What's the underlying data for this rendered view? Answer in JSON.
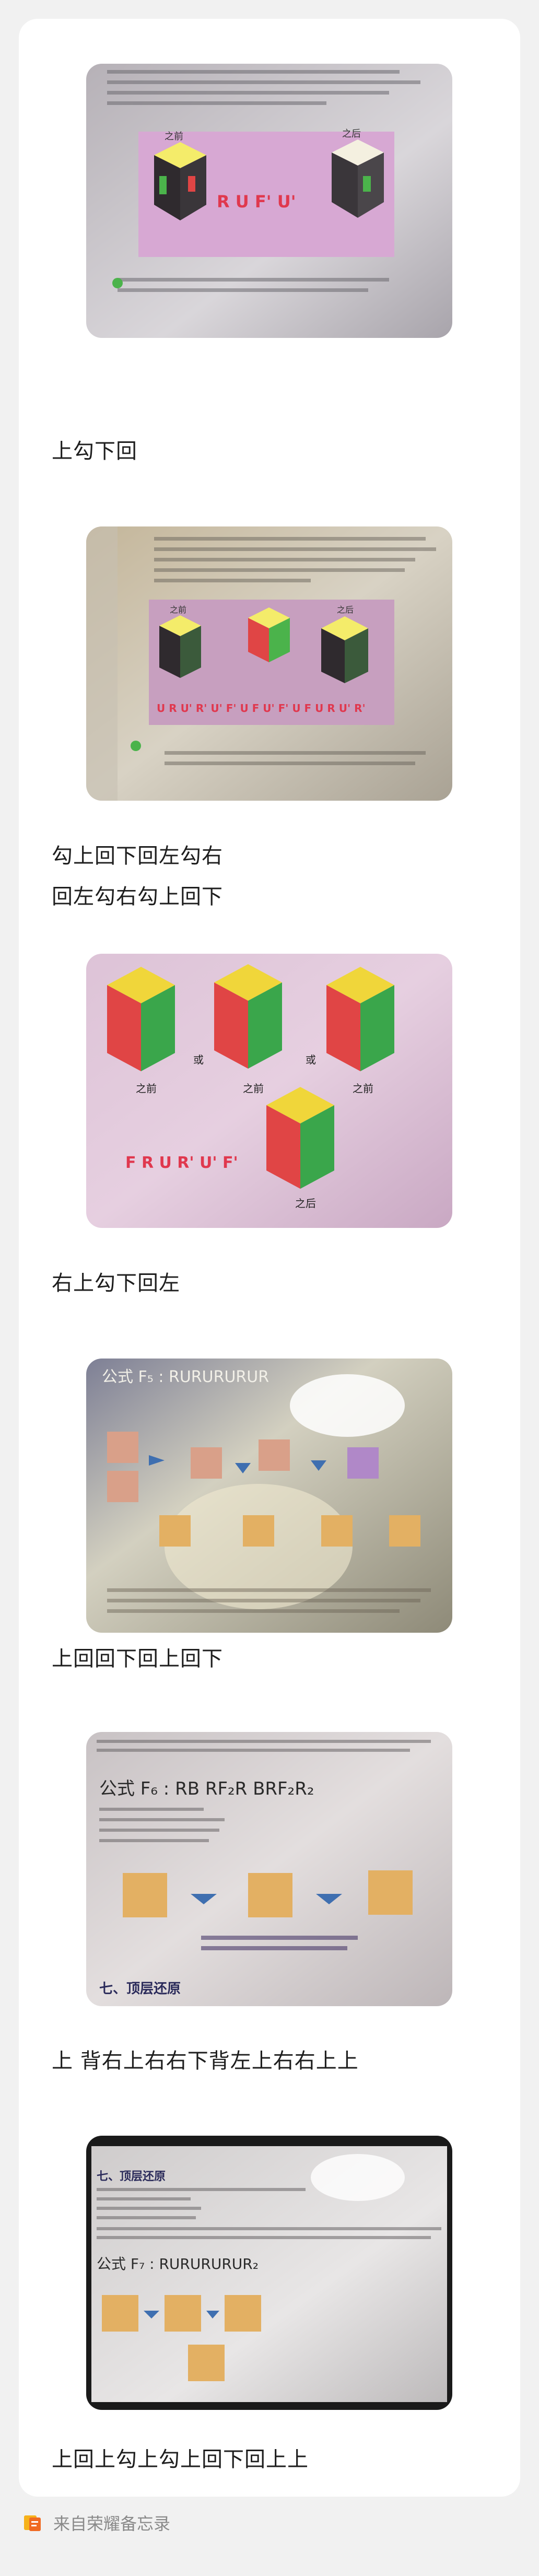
{
  "notes": [
    "上勾下回",
    "勾上回下回左勾右",
    "回左勾右勾上回下",
    "右上勾下回左",
    "上回回下回上回下",
    "上 背右上右右下背左上右右上上",
    "上回上勾上勾上回下回上上"
  ],
  "photos": [
    {
      "label_before": "之前",
      "label_after": "之后",
      "formula": "R U F' U'"
    },
    {
      "label_before": "之前",
      "label_after": "之后",
      "formula": "U R U' R' U' F' U F   U' F' U F U R U' R'"
    },
    {
      "label_before": "之前",
      "label_before_2": "之前",
      "label_before_3": "之前",
      "label_or_1": "或",
      "label_or_2": "或",
      "label_after": "之后",
      "formula": "F R U R' U' F'"
    },
    {
      "formula": "公式 F₅ : RURURURUR"
    },
    {
      "formula": "公式 F₆ : RB RF₂R BRF₂R₂",
      "section": "七、顶层还原"
    },
    {
      "section": "七、顶层还原",
      "formula": "公式 F₇ : RURURURUR₂"
    }
  ],
  "footer": {
    "text": "来自荣耀备忘录",
    "icon": "memo-app-icon"
  },
  "colors": {
    "background": "#f1f1f1",
    "card": "#ffffff",
    "text": "#1e1e1e",
    "footer_text": "#8a8a8a",
    "formula_red": "#e0384e"
  }
}
